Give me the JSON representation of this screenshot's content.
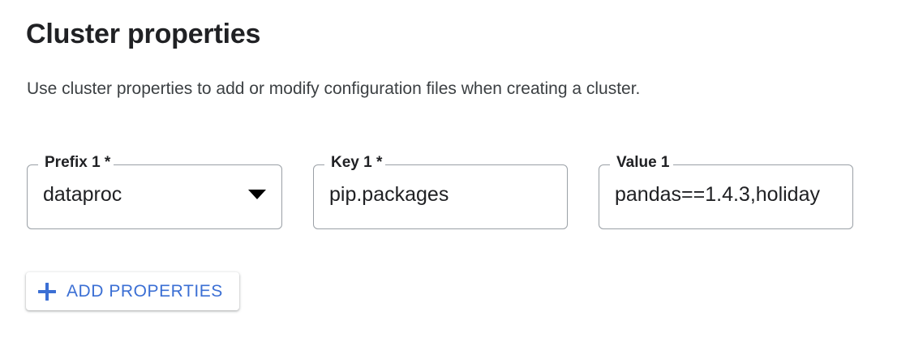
{
  "header": {
    "title": "Cluster properties",
    "description": "Use cluster properties to add or modify configuration files when creating a cluster."
  },
  "colors": {
    "accent_blue": "#3b6fd4",
    "text_primary": "#202124",
    "text_secondary": "#3c4043",
    "field_border": "#9aa0a6",
    "background": "#ffffff"
  },
  "property_rows": [
    {
      "prefix": {
        "label": "Prefix 1 *",
        "value": "dataproc",
        "control": "select",
        "icon": "chevron-down-icon"
      },
      "key": {
        "label": "Key 1 *",
        "value": "pip.packages",
        "control": "text"
      },
      "value": {
        "label": "Value 1",
        "value": "pandas==1.4.3,holiday",
        "control": "text"
      }
    }
  ],
  "actions": {
    "add_properties": {
      "label": "ADD PROPERTIES",
      "icon": "plus-icon"
    }
  }
}
